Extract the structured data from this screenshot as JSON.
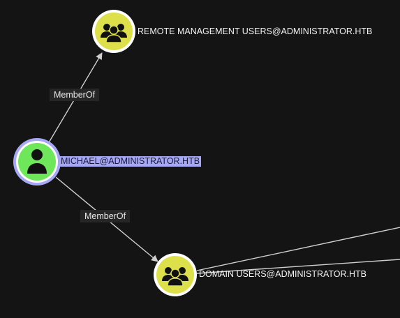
{
  "graph": {
    "nodes": {
      "remote_management": {
        "label": "REMOTE MANAGEMENT USERS@ADMINISTRATOR.HTB",
        "kind": "group",
        "icon": "group-icon",
        "fill": "#dde04a"
      },
      "michael": {
        "label": "MICHAEL@ADMINISTRATOR.HTB",
        "kind": "user",
        "icon": "user-icon",
        "fill": "#6ee85a",
        "selected": true,
        "selected_color": "#a6a8f5"
      },
      "domain_users": {
        "label": "DOMAIN USERS@ADMINISTRATOR.HTB",
        "kind": "group",
        "icon": "group-icon",
        "fill": "#dde04a"
      }
    },
    "edges": [
      {
        "from": "michael",
        "to": "remote_management",
        "label": "MemberOf"
      },
      {
        "from": "michael",
        "to": "domain_users",
        "label": "MemberOf"
      }
    ],
    "colors": {
      "background": "#141414",
      "edge": "#cfcfcf",
      "node_border": "#ffffff"
    }
  }
}
